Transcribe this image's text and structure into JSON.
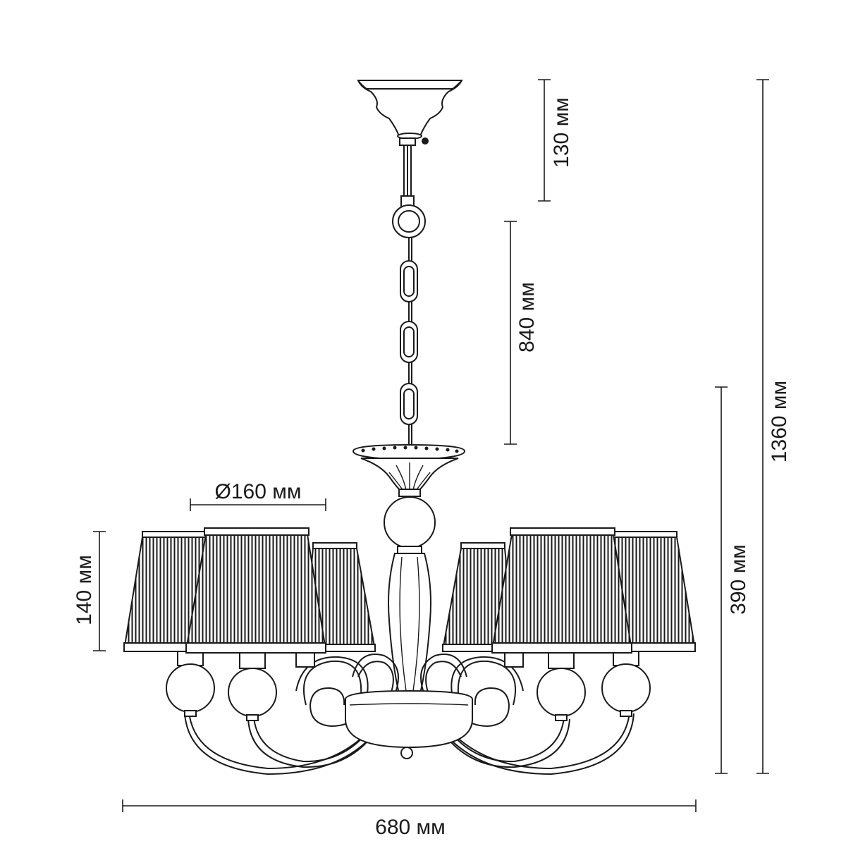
{
  "dimensions": {
    "canopy_height": "130 мм",
    "chain_length": "840 мм",
    "total_height": "1360 мм",
    "body_height": "390 мм",
    "shade_diameter": "Ø160 мм",
    "shade_height": "140 мм",
    "total_width": "680 мм"
  },
  "colors": {
    "line": "#1a1a1a",
    "shade_fill": "#ffffff",
    "background": "#ffffff"
  }
}
